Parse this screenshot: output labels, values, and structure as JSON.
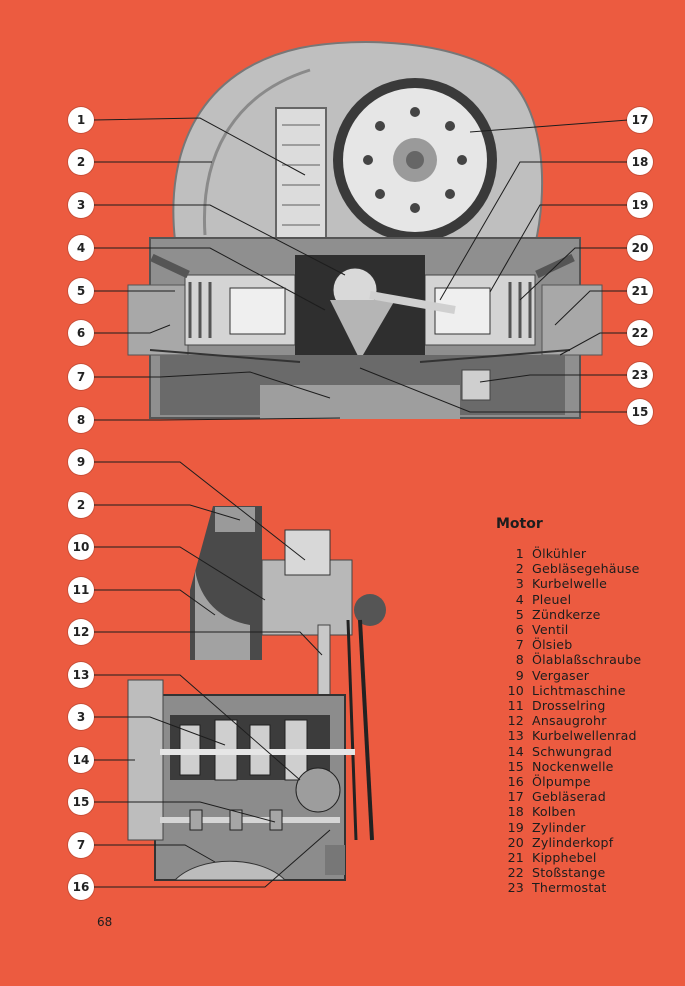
{
  "top_callouts": [
    "1",
    "2",
    "3",
    "4",
    "5",
    "6",
    "7",
    "8",
    "17",
    "18",
    "19",
    "20",
    "21",
    "22",
    "23",
    "15"
  ],
  "bottom_callouts": [
    "9",
    "2",
    "10",
    "11",
    "12",
    "13",
    "3",
    "14",
    "15",
    "7",
    "16"
  ],
  "legend": {
    "title": "Motor",
    "items": [
      {
        "num": "1",
        "label": "Ölkühler"
      },
      {
        "num": "2",
        "label": "Gebläsegehäuse"
      },
      {
        "num": "3",
        "label": "Kurbelwelle"
      },
      {
        "num": "4",
        "label": "Pleuel"
      },
      {
        "num": "5",
        "label": "Zündkerze"
      },
      {
        "num": "6",
        "label": "Ventil"
      },
      {
        "num": "7",
        "label": "Ölsieb"
      },
      {
        "num": "8",
        "label": "Ölablaßschraube"
      },
      {
        "num": "9",
        "label": "Vergaser"
      },
      {
        "num": "10",
        "label": "Lichtmaschine"
      },
      {
        "num": "11",
        "label": "Drosselring"
      },
      {
        "num": "12",
        "label": "Ansaugrohr"
      },
      {
        "num": "13",
        "label": "Kurbelwellenrad"
      },
      {
        "num": "14",
        "label": "Schwungrad"
      },
      {
        "num": "15",
        "label": "Nockenwelle"
      },
      {
        "num": "16",
        "label": "Ölpumpe"
      },
      {
        "num": "17",
        "label": "Gebläserad"
      },
      {
        "num": "18",
        "label": "Kolben"
      },
      {
        "num": "19",
        "label": "Zylinder"
      },
      {
        "num": "20",
        "label": "Zylinderkopf"
      },
      {
        "num": "21",
        "label": "Kipphebel"
      },
      {
        "num": "22",
        "label": "Stoßstange"
      },
      {
        "num": "23",
        "label": "Thermostat"
      }
    ]
  },
  "page_number": "68",
  "colors": {
    "page_background": "#ec5b40",
    "callout_fill": "#ffffff",
    "engine_light": "#c9c9c9",
    "engine_dark": "#2b2b2b"
  }
}
